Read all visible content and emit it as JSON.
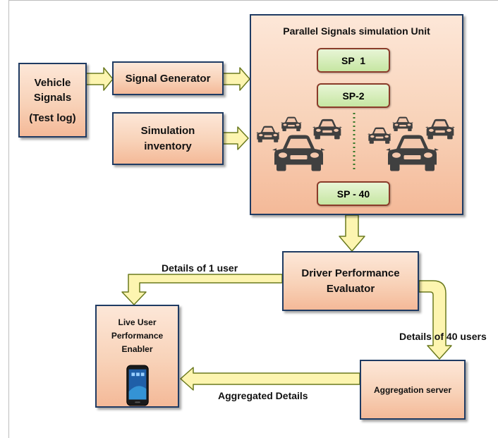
{
  "boxes": {
    "vehicle_signals": {
      "line1": "Vehicle",
      "line2": "Signals",
      "line3": "(Test log)"
    },
    "signal_generator": "Signal Generator",
    "simulation_inventory": {
      "line1": "Simulation",
      "line2": "inventory"
    },
    "parallel_unit_title": "Parallel Signals simulation Unit",
    "driver_evaluator": {
      "line1": "Driver Performance",
      "line2": "Evaluator"
    },
    "live_user": {
      "line1": "Live User",
      "line2": "Performance",
      "line3": "Enabler"
    },
    "aggregation_server": "Aggregation server"
  },
  "processors": [
    "SP  1",
    "SP-2",
    "SP - 40"
  ],
  "labels": {
    "details_one": "Details of 1 user",
    "details_forty": "Details of 40 users",
    "aggregated": "Aggregated Details"
  },
  "colors": {
    "box_border": "#1f3b63",
    "box_fill": "#f8d2b8",
    "arrow_fill": "#fdf5b0",
    "arrow_stroke": "#6b7a1e",
    "processor_fill": "#c6e6a2",
    "processor_border": "#8a3b2a",
    "car": "#404040"
  }
}
